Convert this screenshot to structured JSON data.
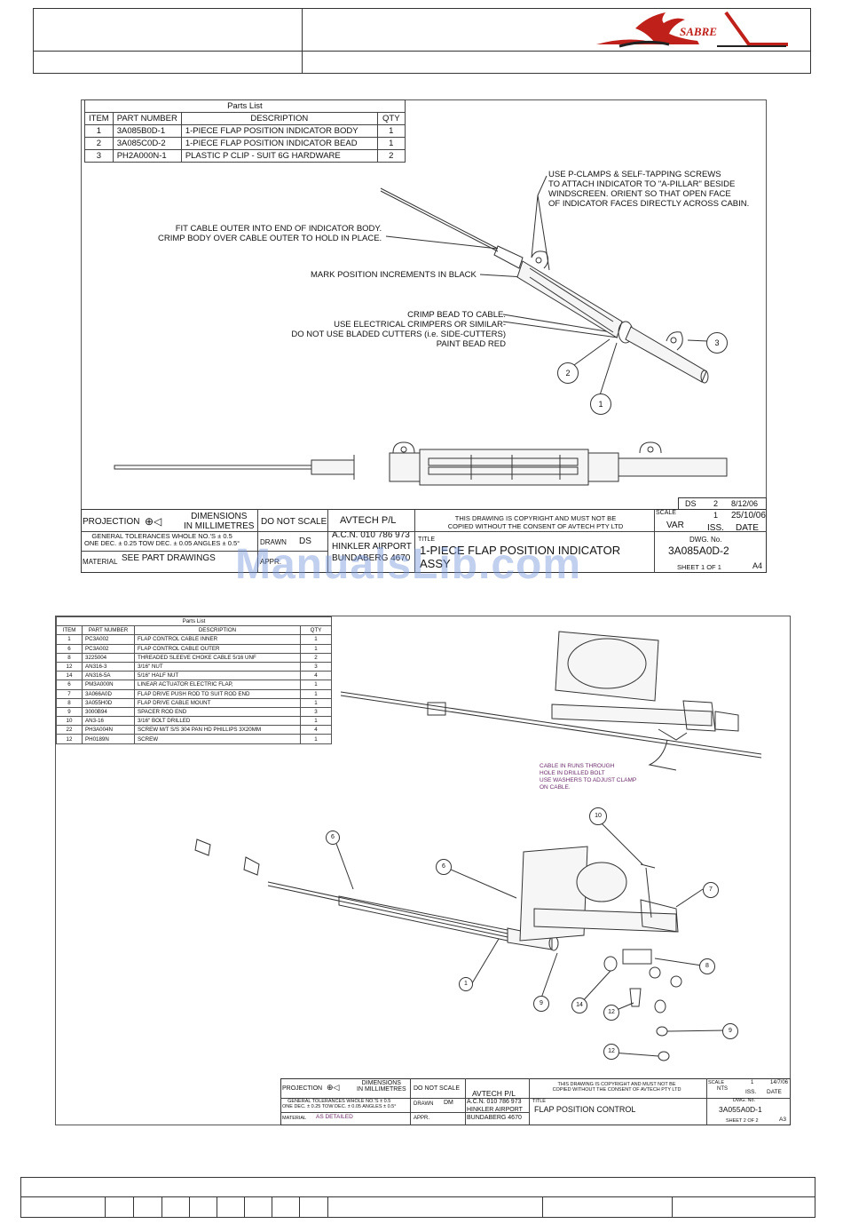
{
  "header": {
    "logo_text": "SABRE"
  },
  "sheet1": {
    "parts_list": {
      "title": "Parts List",
      "columns": [
        "ITEM",
        "PART NUMBER",
        "DESCRIPTION",
        "QTY"
      ],
      "rows": [
        [
          "1",
          "3A085B0D-1",
          "1-PIECE FLAP POSITION INDICATOR BODY",
          "1"
        ],
        [
          "2",
          "3A085C0D-2",
          "1-PIECE FLAP POSITION INDICATOR BEAD",
          "1"
        ],
        [
          "3",
          "PH2A000N-1",
          "PLASTIC P CLIP - SUIT 6G HARDWARE",
          "2"
        ]
      ]
    },
    "notes": {
      "p_clamps": [
        "USE P-CLAMPS & SELF-TAPPING SCREWS",
        "TO ATTACH INDICATOR TO \"A-PILLAR\" BESIDE",
        "WINDSCREEN.  ORIENT SO THAT OPEN FACE",
        "OF INDICATOR FACES DIRECTLY ACROSS CABIN."
      ],
      "cable_outer": [
        "FIT CABLE OUTER INTO END OF INDICATOR BODY.",
        "CRIMP BODY OVER CABLE OUTER TO HOLD IN PLACE."
      ],
      "mark": [
        "MARK POSITION INCREMENTS IN BLACK"
      ],
      "crimp": [
        "CRIMP BEAD TO CABLE.",
        "USE ELECTRICAL CRIMPERS OR SIMILAR-",
        "DO NOT USE BLADED CUTTERS (i.e. SIDE-CUTTERS)",
        "PAINT BEAD RED"
      ]
    },
    "callouts": [
      "1",
      "2",
      "3"
    ],
    "title_block": {
      "revisions": [
        [
          "DS",
          "2",
          "8/12/06"
        ],
        [
          "",
          "1",
          "25/10/06"
        ]
      ],
      "projection": "PROJECTION",
      "dimensions": "DIMENSIONS",
      "in_mm": "IN MILLIMETRES",
      "do_not_scale": "DO NOT SCALE",
      "company": "AVTECH P/L",
      "acn": "A.C.N. 010 786 973",
      "address1": "HINKLER AIRPORT",
      "address2": "BUNDABERG 4670",
      "copyright": [
        "THIS DRAWING IS COPYRIGHT AND MUST NOT BE",
        "COPIED WITHOUT THE CONSENT OF AVTECH PTY LTD"
      ],
      "scale_label": "SCALE",
      "scale": "VAR",
      "iss_label": "ISS.",
      "date_label": "DATE",
      "tolerances": [
        "GENERAL TOLERANCES WHOLE NO.'S ± 0.5",
        "ONE DEC. ± 0.25 TOW DEC. ± 0.05 ANGLES ± 0.5°"
      ],
      "drawn_label": "DRAWN",
      "drawn": "DS",
      "appr_label": "APPR.",
      "material_label": "MATERIAL",
      "material": "SEE PART DRAWINGS",
      "title_label": "TITLE",
      "title": "1-PIECE FLAP POSITION INDICATOR",
      "title2": "ASSY",
      "dwg_label": "DWG. No.",
      "dwg": "3A085A0D-2",
      "sheet": "SHEET  1   OF   1",
      "size": "A4"
    }
  },
  "sheet2": {
    "parts_list": {
      "title": "Parts List",
      "columns": [
        "ITEM",
        "PART NUMBER",
        "DESCRIPTION",
        "QTY"
      ],
      "rows": [
        [
          "1",
          "PC3A002",
          "FLAP CONTROL CABLE INNER",
          "1"
        ],
        [
          "6",
          "PC3A002",
          "FLAP CONTROL CABLE OUTER",
          "1"
        ],
        [
          "8",
          "3225004",
          "THREADED SLEEVE CHOKE CABLE 5/16 UNF",
          "2"
        ],
        [
          "12",
          "AN316-3",
          "3/16\" NUT",
          "3"
        ],
        [
          "14",
          "AN316-5A",
          "5/16\" HALF NUT",
          "4"
        ],
        [
          "6",
          "PM3A000N",
          "LINEAR ACTUATOR ELECTRIC FLAP,",
          "1"
        ],
        [
          "7",
          "3A066A0D",
          "FLAP DRIVE PUSH ROD TO SUIT ROD END",
          "1"
        ],
        [
          "8",
          "3A055H0D",
          "FLAP DRIVE CABLE MOUNT",
          "1"
        ],
        [
          "9",
          "3000B94",
          "SPACER ROD END",
          "3"
        ],
        [
          "10",
          "AN3-16",
          "3/16\" BOLT DRILLED",
          "1"
        ],
        [
          "22",
          "PH3A004N",
          "SCREW M/T S/S 304 PAN HD PHILLIPS 3X20MM",
          "4"
        ],
        [
          "12",
          "PH0189N",
          "SCREW",
          "1"
        ]
      ]
    },
    "note": [
      "CABLE IN RUNS THROUGH",
      "HOLE IN DRILLED BOLT",
      "USE WASHERS TO ADJUST CLAMP",
      "ON CABLE."
    ],
    "callouts": [
      "10",
      "6",
      "6",
      "7",
      "8",
      "1",
      "9",
      "14",
      "12",
      "9",
      "12"
    ],
    "title_block": {
      "projection": "PROJECTION",
      "dimensions": "DIMENSIONS",
      "in_mm": "IN MILLIMETRES",
      "do_not_scale": "DO NOT SCALE",
      "company": "AVTECH P/L",
      "acn": "A.C.N. 010 786 973",
      "address1": "HINKLER AIRPORT",
      "address2": "BUNDABERG 4670",
      "copyright": [
        "THIS DRAWING IS COPYRIGHT AND MUST NOT BE",
        "COPIED WITHOUT THE CONSENT OF AVTECH PTY LTD"
      ],
      "scale_label": "SCALE",
      "scale": "NTS",
      "iss": "1",
      "rev_date": "14/7/06",
      "iss_label": "ISS.",
      "date_label": "DATE",
      "tolerances": [
        "GENERAL TOLERANCES WHOLE NO.'S ± 0.5",
        "ONE DEC. ± 0.25 TOW DEC. ± 0.05 ANGLES ± 0.5°"
      ],
      "drawn_label": "DRAWN",
      "drawn": "DM",
      "appr_label": "APPR.",
      "material_label": "MATERIAL",
      "material": "AS DETAILED",
      "title_label": "TITLE",
      "title": "FLAP POSITION CONTROL",
      "dwg_label": "DWG. No.",
      "dwg": "3A055A0D-1",
      "sheet": "SHEET 2  OF  2",
      "size": "A3"
    }
  },
  "watermark": "ManualsLib.com"
}
